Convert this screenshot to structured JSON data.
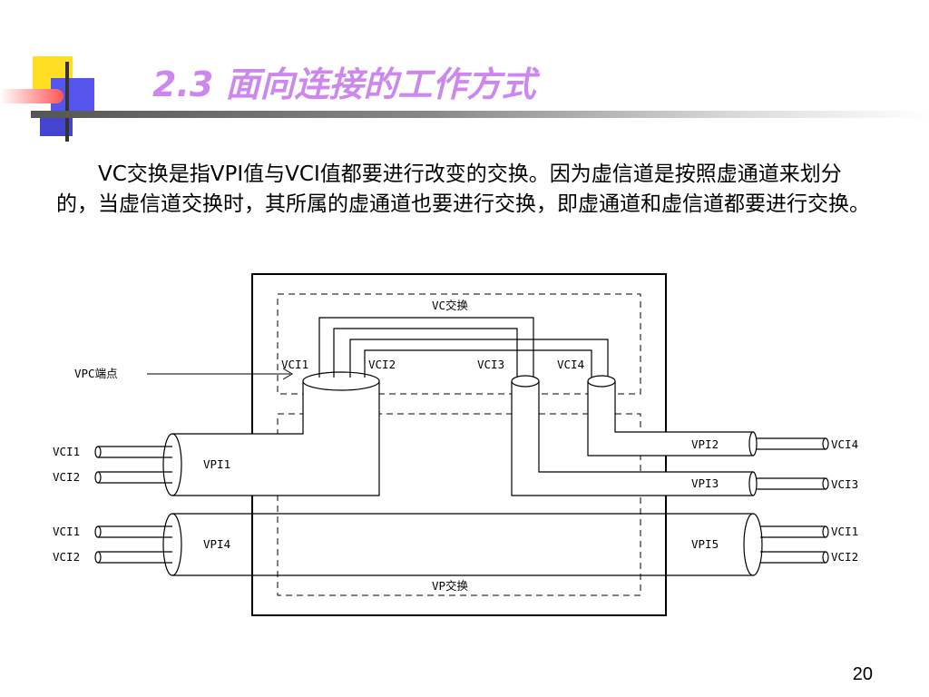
{
  "slide": {
    "title": "2.3  面向连接的工作方式",
    "body": "VC交换是指VPI值与VCI值都要进行改变的交换。因为虚信道是按照虚通道来划分的，当虚信道交换时，其所属的虚通道也要进行交换，即虚通道和虚信道都要进行交换。",
    "page_number": "20",
    "title_color": "#cc88ee"
  },
  "diagram": {
    "vc_switch_label": "VC交换",
    "vp_switch_label": "VP交换",
    "vpc_endpoint_label": "VPC端点",
    "inner_labels": [
      "VCI1",
      "VCI2",
      "VCI3",
      "VCI4"
    ],
    "vpi1": "VPI1",
    "vpi2": "VPI2",
    "vpi3": "VPI3",
    "vpi4": "VPI4",
    "vpi5": "VPI5",
    "left_vci_labels": [
      "VCI1",
      "VCI2",
      "VCI1",
      "VCI2"
    ],
    "right_vci_labels": [
      "VCI4",
      "VCI3",
      "VCI1",
      "VCI2"
    ]
  }
}
